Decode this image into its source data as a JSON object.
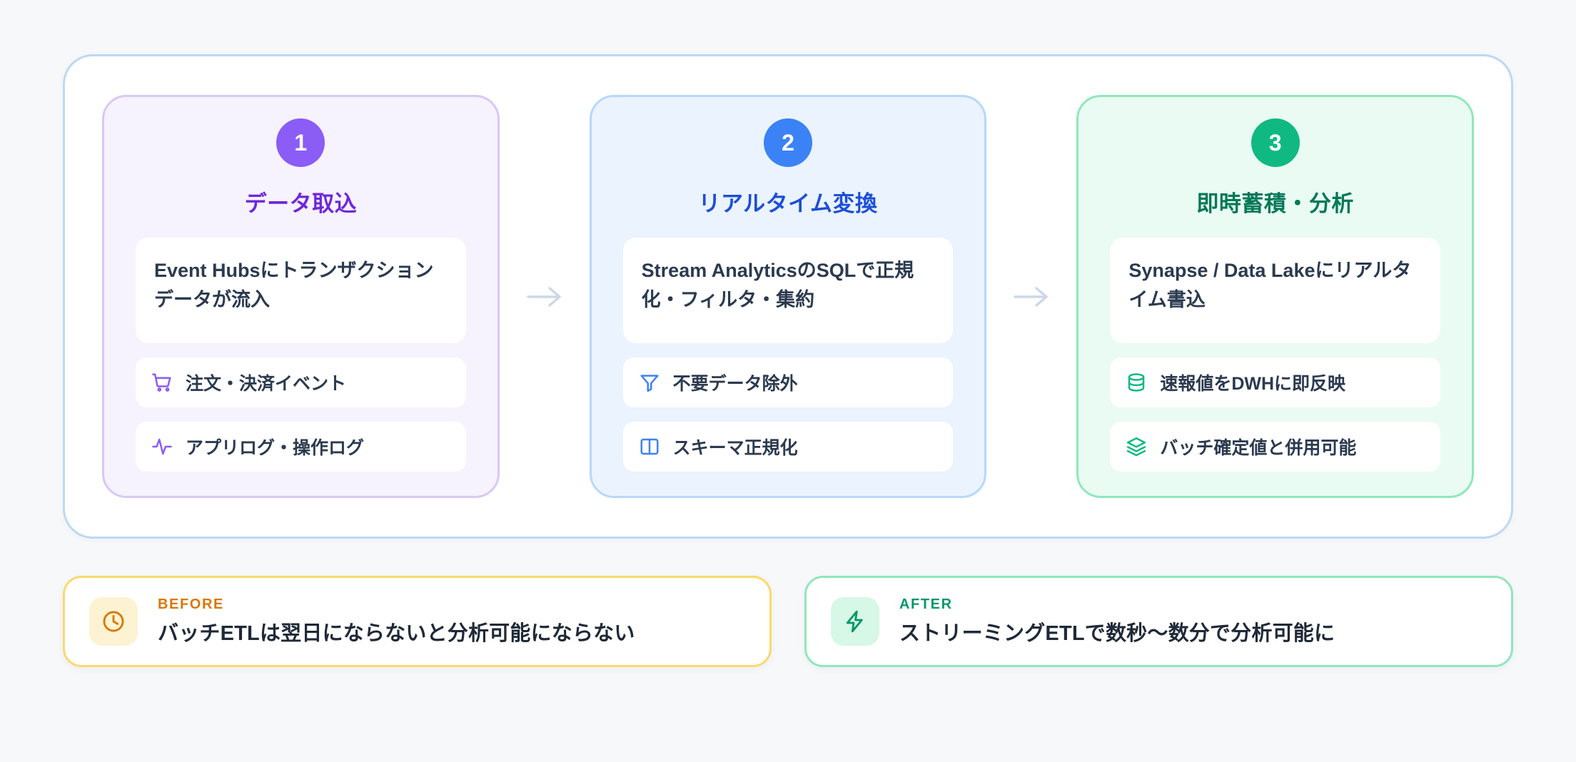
{
  "flow": {
    "steps": [
      {
        "number": "1",
        "title": "データ取込",
        "summary": "Event Hubsにトランザクションデータが流入",
        "accent": "#8b5cf6",
        "title_color": "#6d28d9",
        "chips": [
          {
            "icon": "shopping-cart-icon",
            "label": "注文・決済イベント"
          },
          {
            "icon": "activity-pulse-icon",
            "label": "アプリログ・操作ログ"
          }
        ]
      },
      {
        "number": "2",
        "title": "リアルタイム変換",
        "summary": "Stream AnalyticsのSQLで正規化・フィルタ・集約",
        "accent": "#3b82f6",
        "title_color": "#1d4ed8",
        "chips": [
          {
            "icon": "filter-icon",
            "label": "不要データ除外"
          },
          {
            "icon": "columns-icon",
            "label": "スキーマ正規化"
          }
        ]
      },
      {
        "number": "3",
        "title": "即時蓄積・分析",
        "summary": "Synapse / Data Lakeにリアルタイム書込",
        "accent": "#10b981",
        "title_color": "#047857",
        "chips": [
          {
            "icon": "database-icon",
            "label": "速報値をDWHに即反映"
          },
          {
            "icon": "layers-icon",
            "label": "バッチ確定値と併用可能"
          }
        ]
      }
    ],
    "connector_icon": "arrow-right-icon"
  },
  "outcomes": [
    {
      "kicker": "BEFORE",
      "headline": "バッチETLは翌日にならないと分析可能にならない",
      "icon": "clock-icon",
      "accent": "#d97706",
      "border": "#fbd96b"
    },
    {
      "kicker": "AFTER",
      "headline": "ストリーミングETLで数秒〜数分で分析可能に",
      "icon": "lightning-bolt-icon",
      "accent": "#059669",
      "border": "#8fe7bd"
    }
  ]
}
